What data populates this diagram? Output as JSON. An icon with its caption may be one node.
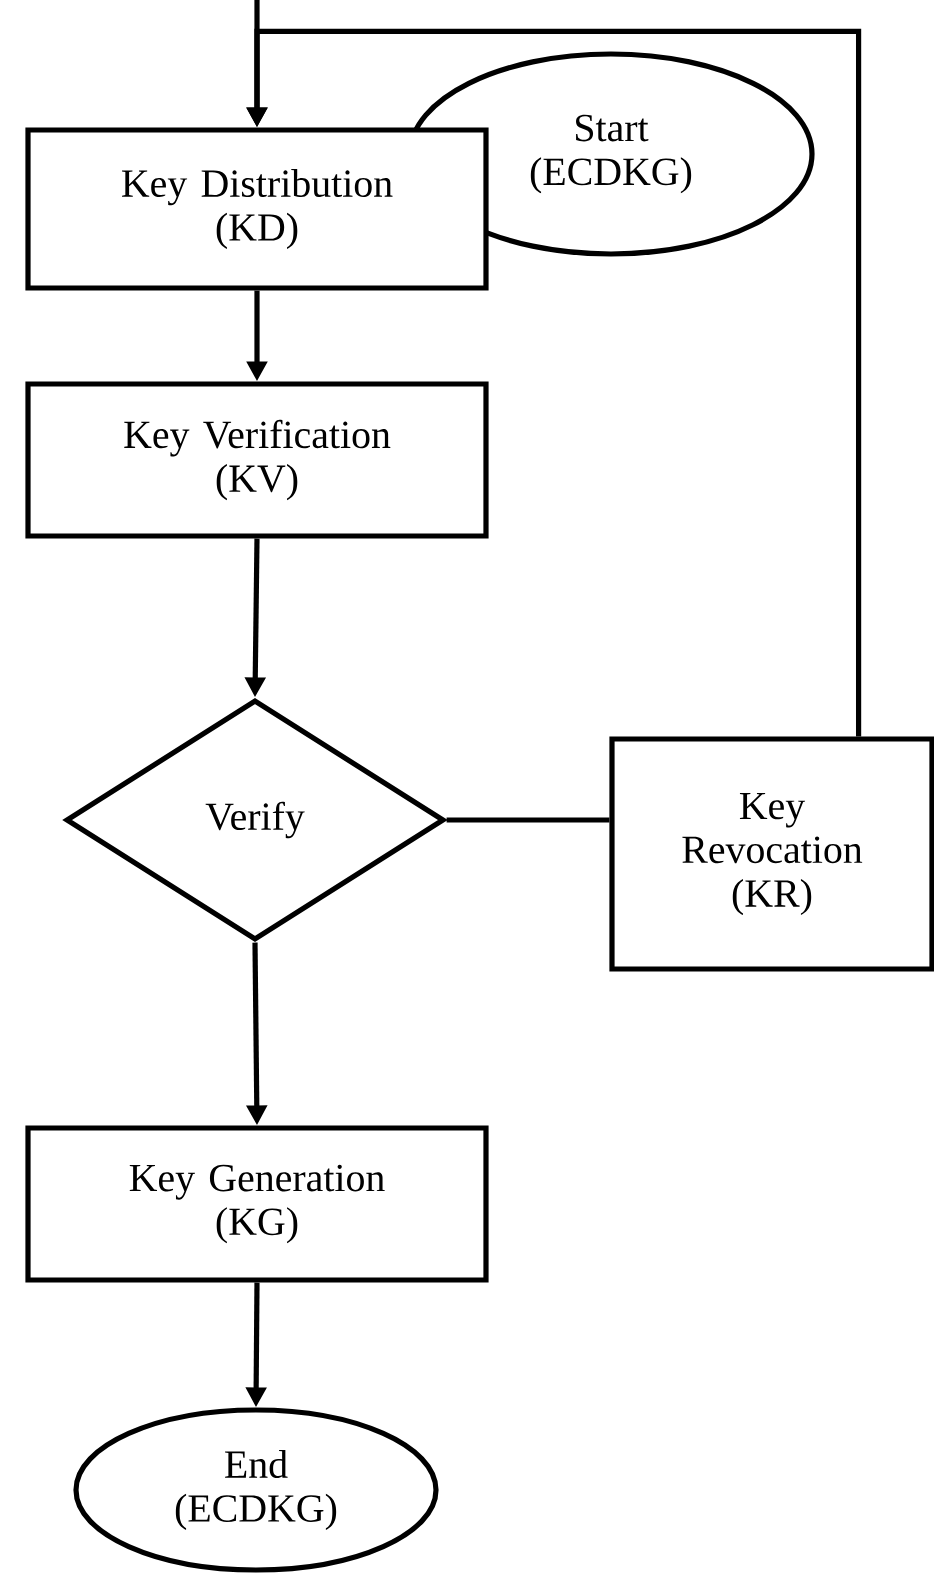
{
  "diagram": {
    "nodes": [
      {
        "text": [
          "Key Distribution (KD)"
        ]
      },
      {
        "text": [
          "Start (ECDKG)"
        ]
      },
      {
        "text": [
          "Key Verification (KV)"
        ]
      },
      {
        "text": [
          "Verify"
        ]
      },
      {
        "text": [
          "Key Revocation (KR)"
        ]
      },
      {
        "text": [
          "Key Generation (KG)"
        ]
      },
      {
        "text": [
          "End (ECDKG)"
        ]
      }
    ],
    "edges": [
      {
        "from": null,
        "to": 0,
        "arrow": "to"
      },
      {
        "from": 4,
        "to": 0,
        "arrow": "to"
      },
      {
        "from": 0,
        "to": 2,
        "arrow": "to"
      },
      {
        "from": 2,
        "to": 3,
        "arrow": "to"
      },
      {
        "from": 3,
        "to": 4,
        "arrow": "none"
      },
      {
        "from": 3,
        "to": 5,
        "arrow": "to"
      },
      {
        "from": 5,
        "to": 6,
        "arrow": "to"
      }
    ]
  }
}
